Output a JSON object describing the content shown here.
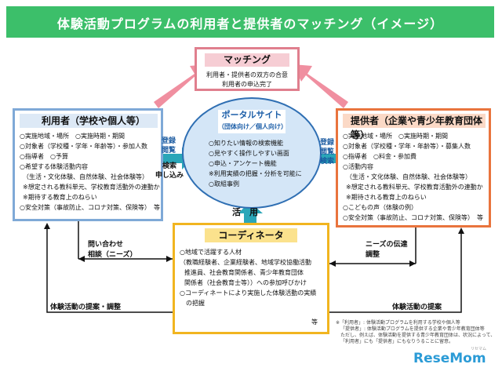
{
  "title": "体験活動プログラムの利用者と提供者のマッチング（イメージ）",
  "matching": {
    "header": "マッチング",
    "lines": [
      "利用者・提供者の双方の合意",
      "利用者の申込完了"
    ]
  },
  "user": {
    "header": "利用者（学校や個人等）",
    "items": [
      "○実施地域・場所　○実施時期・期間",
      "○対象者（学校種・学年・年齢等）・参加人数",
      "○指導者　○予算",
      "○希望する体験活動内容",
      "（生活・文化体験、自然体験、社会体験等）",
      "※想定される教科単元、学校教育活動外の連動か",
      "※期待する教育上のねらい",
      "○安全対策（事故防止、コロナ対策、保険等）　等"
    ]
  },
  "provider": {
    "header": "提供者（企業や青少年教育団体等）",
    "items": [
      "○実施地域・場所　○実施時期・期間",
      "○対象者（学校種・学年・年齢等）・募集人数",
      "○指導者　○料金・参加費",
      "○活動内容",
      "（生活・文化体験、自然体験、社会体験等）",
      "※想定される教科単元、学校教育活動外の連動か",
      "※期待される教育上のねらい",
      "○こどもの声（体験の例）",
      "○安全対策（事故防止、コロナ対策、保険等）　等"
    ]
  },
  "portal": {
    "header": "ポータルサイト",
    "subheader": "（団体向け／個人向け）",
    "items": [
      "○知りたい情報の検索機能",
      "○見やすく操作しやすい画面",
      "○申込・アンケート機能",
      "※利用実績の把握・分析を可能に",
      "○取組事例"
    ]
  },
  "coordinator": {
    "header": "コーディネータ",
    "items": [
      "○地域で活躍する人材",
      "（教職経験者、企業経験者、地域学校協働活動",
      "推進員、社会教育関係者、青少年教育団体",
      "関係者（社会教育士等））への参加呼びかけ",
      "○コーディネートにより実施した体験活動の実績",
      "の把握",
      "等"
    ]
  },
  "labels": {
    "user_to_portal": [
      "登録",
      "閲覧",
      "検索",
      "申し込み"
    ],
    "provider_to_portal": [
      "登録",
      "閲覧",
      "検索"
    ],
    "katsuyou": "活　用",
    "inquiry": [
      "問い合わせ",
      "相談（ニーズ）"
    ],
    "needs": [
      "ニーズの伝達",
      "調整"
    ],
    "proposal_user": "体験活動の提案・調整",
    "proposal_provider": "体験活動の提案"
  },
  "note": [
    "※「利用者」: 体験活動プログラムを利用する学校や個人等",
    "「提供者」: 体験活動プログラムを提供する企業や青少年教育団体等",
    "ただし、例えば、体験活動を提供する青少年教育団体は、状況によって、",
    "「利用者」にも「提供者」にもなりうることに留意。"
  ],
  "logo": "ReseMom",
  "logo_small": "リセマム",
  "colors": {
    "title_bg": "#3cbf6a",
    "matching_border": "#e07f8e",
    "user_border": "#7fa9d7",
    "provider_border": "#e9743d",
    "portal_border": "#2f6fb3",
    "coordinator_border": "#f1b520",
    "arrow_pink": "#f08fa0",
    "arrow_teal": "#2aa6b8"
  }
}
